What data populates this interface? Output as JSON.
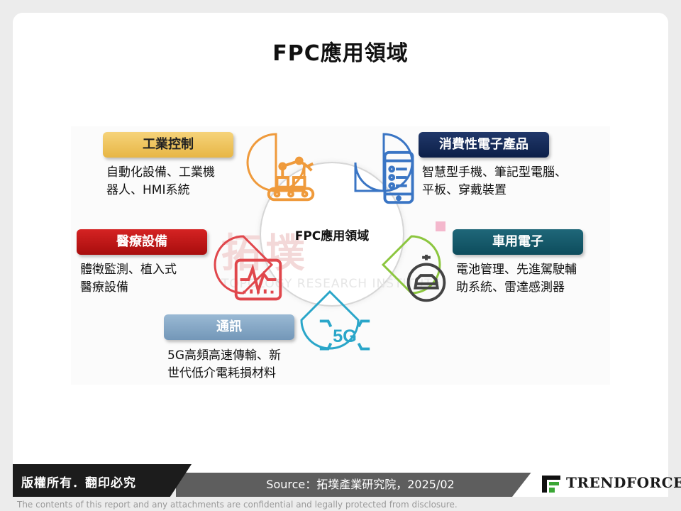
{
  "title": "FPC應用領域",
  "center": {
    "label": "FPC應用領域"
  },
  "watermark": {
    "cn": "拓墣",
    "en": "TOPOLOGY RESEARCH INSTITUTE"
  },
  "segments": [
    {
      "label": "工業控制",
      "desc": [
        "自動化設備、工業機",
        "器人、HMI系統"
      ],
      "color": "#ef9a3b",
      "icon": "robot-arm-icon"
    },
    {
      "label": "消費性電子產品",
      "desc": [
        "智慧型手機、筆記型電腦、",
        "平板、穿戴裝置"
      ],
      "color": "#3a75c4",
      "icon": "smartphone-icon"
    },
    {
      "label": "醫療設備",
      "desc": [
        "體徵監測、植入式",
        "醫療設備"
      ],
      "color": "#e0474c",
      "icon": "heart-monitor-icon"
    },
    {
      "label": "車用電子",
      "desc": [
        "電池管理、先進駕駛輔",
        "助系統、雷達感測器"
      ],
      "color": "#8cc63f",
      "icon": "electric-car-icon"
    },
    {
      "label": "通訊",
      "desc": [
        "5G高頻高速傳輸、新",
        "世代低介電耗損材料"
      ],
      "color": "#2aa6c9",
      "icon": "5g-icon",
      "icon_text": "5G"
    }
  ],
  "footer": {
    "copyright": "版權所有．翻印必究",
    "source": "Source：拓墣產業研究院，2025/02",
    "logo": "TRENDFORCE",
    "disclaimer": "The contents of this report and any attachments are confidential and legally protected from disclosure."
  }
}
